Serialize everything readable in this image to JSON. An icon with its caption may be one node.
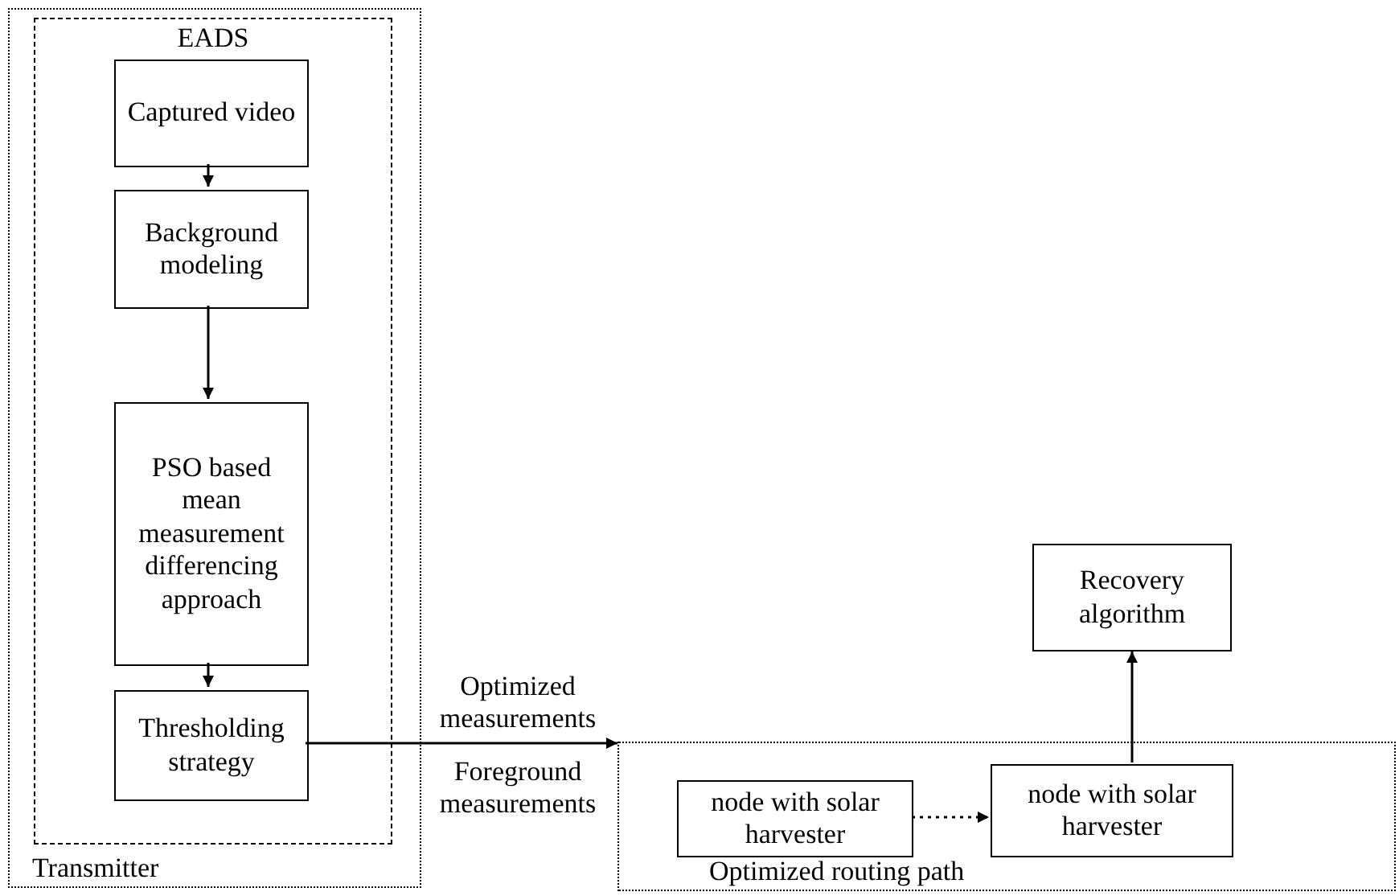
{
  "diagram": {
    "nodes": [
      {
        "text": [
          "Transmitter"
        ]
      },
      {
        "text": [
          "EADS"
        ],
        "in": 0
      },
      {
        "text": [
          "Captured video"
        ],
        "in": 1
      },
      {
        "text": [
          "Background modeling"
        ],
        "in": 1
      },
      {
        "text": [
          "PSO based mean measurement differencing approach"
        ],
        "in": 1
      },
      {
        "text": [
          "Thresholding strategy"
        ],
        "in": 1
      },
      {
        "text": [
          "Optimized routing path"
        ]
      },
      {
        "text": [
          "node with solar harvester"
        ],
        "in": 6
      },
      {
        "text": [
          "node with solar harvester"
        ],
        "in": 6
      },
      {
        "text": [
          "Recovery algorithm"
        ]
      }
    ],
    "edges": [
      {
        "from": 2,
        "to": 3,
        "arrow": "to"
      },
      {
        "from": 3,
        "to": 4,
        "arrow": "to"
      },
      {
        "from": 4,
        "to": 5,
        "arrow": "to"
      },
      {
        "from": 5,
        "to": 6,
        "arrow": "to",
        "label": "Optimized measurements"
      },
      {
        "from": 7,
        "to": 8,
        "arrow": "to",
        "style": "dashed"
      },
      {
        "from": 8,
        "to": 9,
        "arrow": "to"
      }
    ],
    "labels": [
      "Foreground measurements"
    ]
  }
}
